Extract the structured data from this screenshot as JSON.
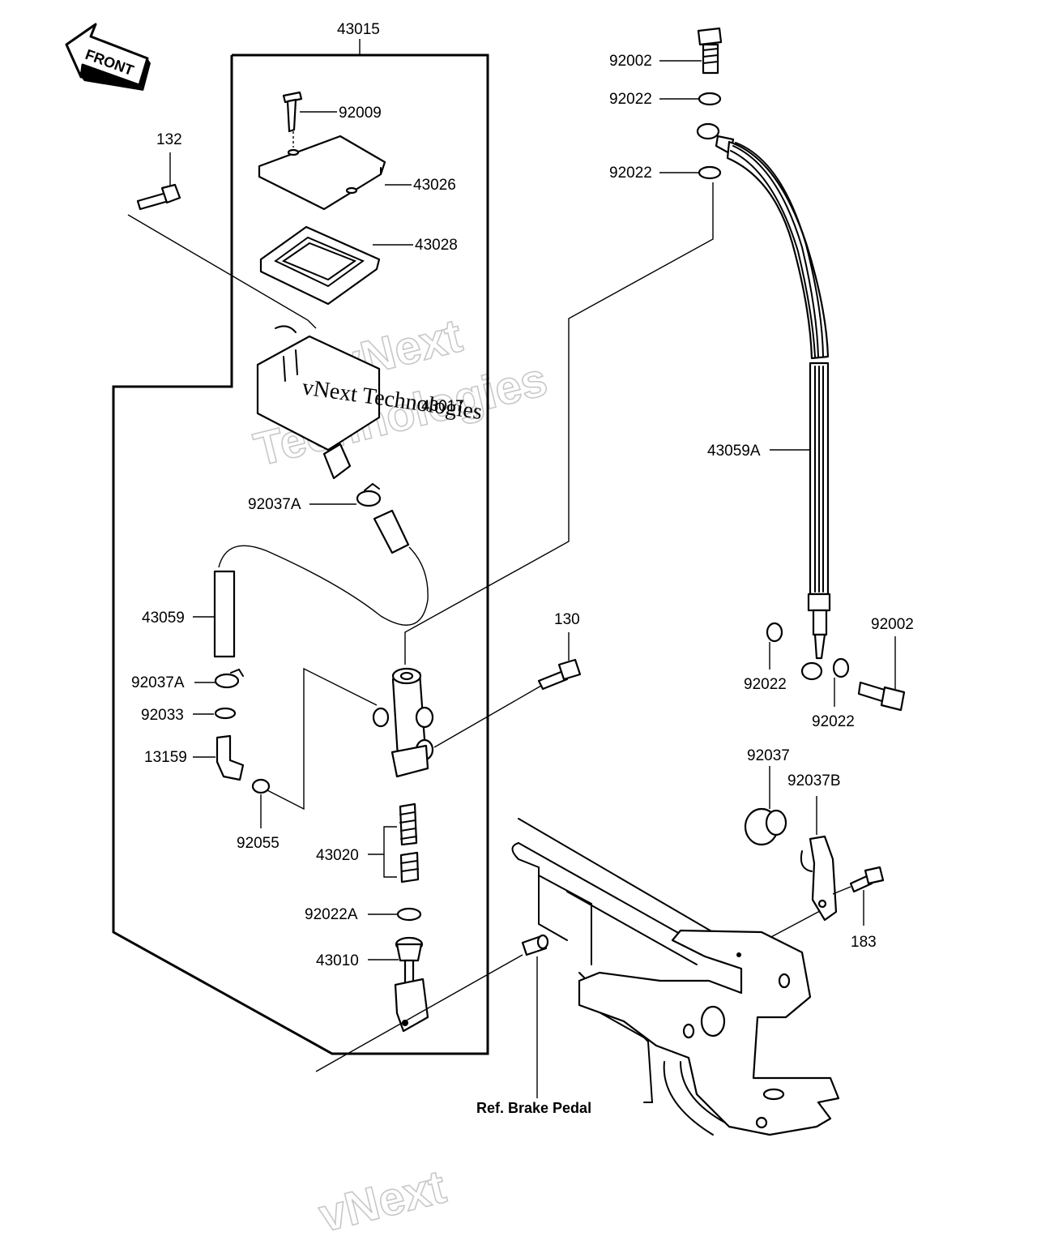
{
  "front_arrow": {
    "label": "FRONT"
  },
  "labels": {
    "assembly": "43015",
    "cap_screw": "92009",
    "cap": "43026",
    "diaphragm": "43028",
    "reservoir": "43017",
    "clamp_upper": "92037A",
    "hose_short": "43059",
    "clamp_lower": "92037A",
    "oring": "92033",
    "fitting": "13159",
    "circlip_small": "92055",
    "piston_set": "43020",
    "circlip": "92022A",
    "push_rod": "43010",
    "bolt_132": "132",
    "bolt_130": "130",
    "banjo_bolt_top": "92002",
    "washer_top_1": "92022",
    "washer_top_2": "92022",
    "brake_hose": "43059A",
    "banjo_bolt_bottom": "92002",
    "washer_bottom_1": "92022",
    "washer_bottom_2": "92022",
    "grommet": "92037",
    "clamp_b": "92037B",
    "bolt_183": "183",
    "ref_brake_pedal": "Ref. Brake Pedal"
  },
  "watermark": {
    "line1": "vNext",
    "line2": "Technologies",
    "overlay": "vNext Technologies"
  }
}
